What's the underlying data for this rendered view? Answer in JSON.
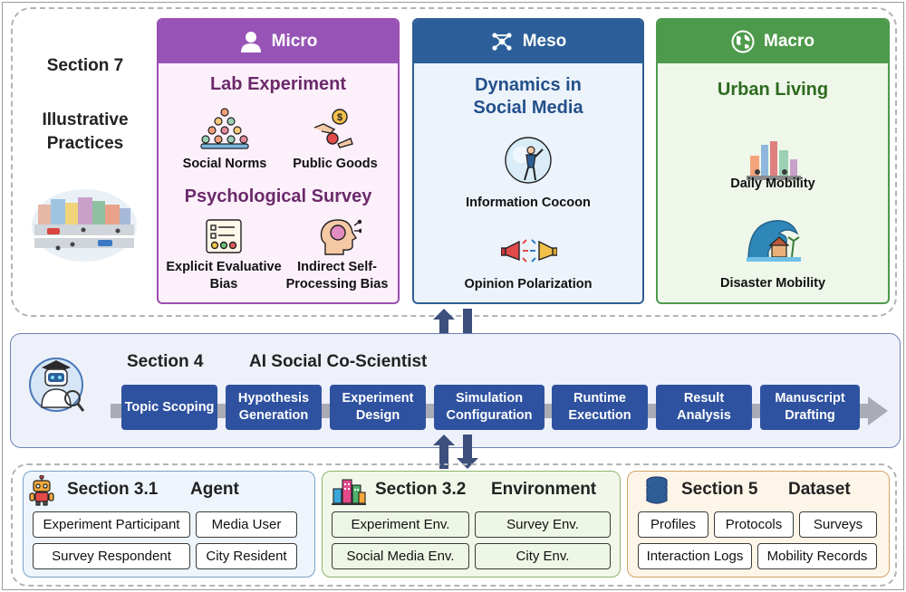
{
  "section7": {
    "label": "Section 7",
    "subtitle": "Illustrative Practices"
  },
  "micro": {
    "header": "Micro",
    "group1": {
      "title": "Lab Experiment",
      "items": [
        "Social Norms",
        "Public Goods"
      ]
    },
    "group2": {
      "title": "Psychological Survey",
      "item1": "Explicit Evaluative Bias",
      "item2": "Indirect Self-Processing Bias"
    },
    "color": "#9754b6",
    "title_color": "#6b2a6b"
  },
  "meso": {
    "header": "Meso",
    "title": "Dynamics in Social Media",
    "items": [
      "Information Cocoon",
      "Opinion Polarization"
    ],
    "color": "#2c5f99"
  },
  "macro": {
    "header": "Macro",
    "title": "Urban Living",
    "items": [
      "Daily Mobility",
      "Disaster Mobility"
    ],
    "color": "#4e9a4c",
    "title_color": "#2e6b1f"
  },
  "section4": {
    "label": "Section 4",
    "title": "AI Social Co-Scientist",
    "steps": [
      "Topic Scoping",
      "Hypothesis Generation",
      "Experiment Design",
      "Simulation Configuration",
      "Runtime Execution",
      "Result Analysis",
      "Manuscript Drafting"
    ],
    "step_color": "#2f52a0"
  },
  "agent": {
    "label": "Section 3.1",
    "title": "Agent",
    "tags": [
      "Experiment Participant",
      "Media User",
      "Survey Respondent",
      "City Resident"
    ]
  },
  "environment": {
    "label": "Section 3.2",
    "title": "Environment",
    "tags": [
      "Experiment Env.",
      "Survey Env.",
      "Social Media Env.",
      "City Env."
    ]
  },
  "dataset": {
    "label": "Section 5",
    "title": "Dataset",
    "tags": [
      "Profiles",
      "Protocols",
      "Surveys",
      "Interaction Logs",
      "Mobility Records"
    ]
  },
  "icons": {
    "micro": "person-icon",
    "meso": "network-icon",
    "macro": "globe-icon",
    "social_norms": "crowd-icon",
    "public_goods": "coin-hand-icon",
    "explicit_bias": "checklist-icon",
    "indirect_bias": "brain-head-icon",
    "info_cocoon": "bubble-person-icon",
    "polarization": "megaphones-icon",
    "daily_mobility": "city-skyline-icon",
    "disaster_mobility": "tsunami-icon",
    "agent": "robot-icon",
    "environment": "buildings-icon",
    "dataset": "database-icon"
  }
}
